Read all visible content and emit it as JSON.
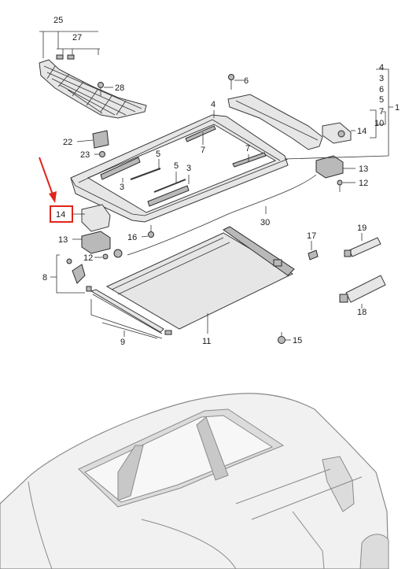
{
  "diagram": {
    "callouts": [
      {
        "id": "c25",
        "text": "25"
      },
      {
        "id": "c27",
        "text": "27"
      },
      {
        "id": "c28",
        "text": "28"
      },
      {
        "id": "c6",
        "text": "6"
      },
      {
        "id": "c4r",
        "text": "4"
      },
      {
        "id": "c3r",
        "text": "3"
      },
      {
        "id": "c6r",
        "text": "6"
      },
      {
        "id": "c5r",
        "text": "5"
      },
      {
        "id": "c7r",
        "text": "7"
      },
      {
        "id": "c10",
        "text": "10"
      },
      {
        "id": "c1",
        "text": "1"
      },
      {
        "id": "c4",
        "text": "4"
      },
      {
        "id": "c22",
        "text": "22"
      },
      {
        "id": "c23",
        "text": "23"
      },
      {
        "id": "c7a",
        "text": "7"
      },
      {
        "id": "c7b",
        "text": "7"
      },
      {
        "id": "c14r",
        "text": "14"
      },
      {
        "id": "c5a",
        "text": "5"
      },
      {
        "id": "c5b",
        "text": "5"
      },
      {
        "id": "c3a",
        "text": "3"
      },
      {
        "id": "c3b",
        "text": "3"
      },
      {
        "id": "c13r",
        "text": "13"
      },
      {
        "id": "c12r",
        "text": "12"
      },
      {
        "id": "c14",
        "text": "14"
      },
      {
        "id": "c30",
        "text": "30"
      },
      {
        "id": "c16",
        "text": "16"
      },
      {
        "id": "c13",
        "text": "13"
      },
      {
        "id": "c12",
        "text": "12"
      },
      {
        "id": "c17",
        "text": "17"
      },
      {
        "id": "c19",
        "text": "19"
      },
      {
        "id": "c8",
        "text": "8"
      },
      {
        "id": "c18",
        "text": "18"
      },
      {
        "id": "c11",
        "text": "11"
      },
      {
        "id": "c9",
        "text": "9"
      },
      {
        "id": "c15",
        "text": "15"
      }
    ],
    "highlight_color": "#e0241b",
    "line_color": "#333333"
  }
}
